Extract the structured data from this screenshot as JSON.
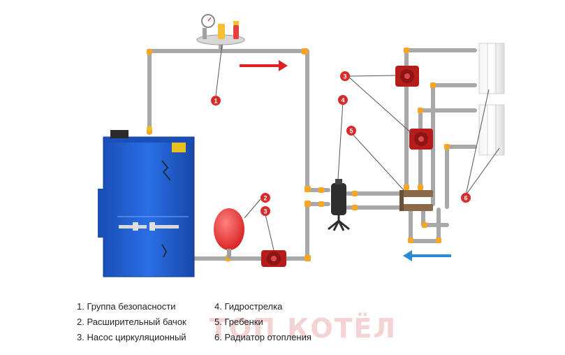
{
  "watermark": "ТОП КОТЁЛ",
  "callouts": {
    "safety_group": "1",
    "expansion_tank": "2",
    "pump_main": "3",
    "pump_manifold": "3",
    "hydro_separator": "4",
    "manifold": "5",
    "radiator": "6"
  },
  "legend": {
    "col1": [
      "1. Группа безопасности",
      "2. Расширительный бачок",
      "3. Насос циркуляционный"
    ],
    "col2": [
      "4. Гидрострелка",
      "5. Гребенки",
      "6. Радиатор отопления"
    ]
  },
  "colors": {
    "pipe": "#a8a8a8",
    "fitting": "#f5a623",
    "boiler": "#1f5fd1",
    "tank": "#e83a3a",
    "pump": "#b51c1c",
    "badge": "#d92b2b",
    "flow_supply": "#e02020",
    "flow_return": "#2b8ad6"
  }
}
